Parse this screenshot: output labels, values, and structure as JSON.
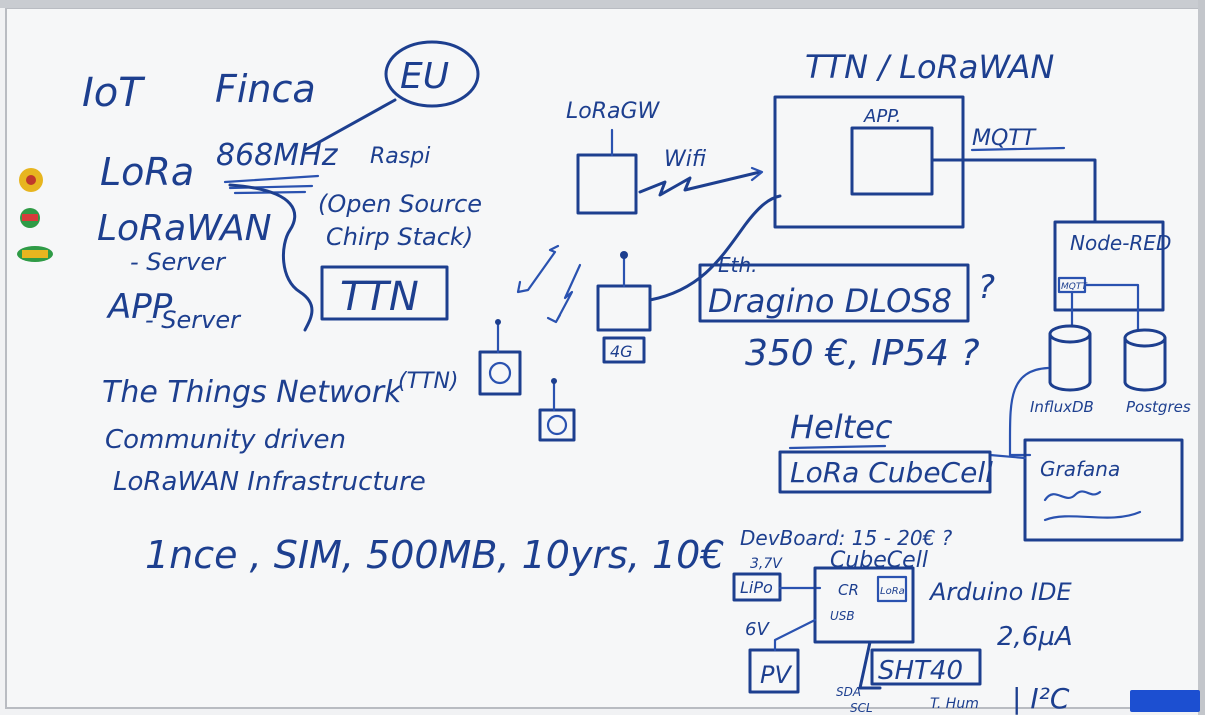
{
  "board": {
    "heading": "IoT",
    "heading2": "Finca",
    "circle_label": "EU",
    "lora": "LoRa",
    "freq": "868MHz",
    "raspi": "Raspi",
    "lorawan": "LoRaWAN",
    "server": "- Server",
    "app": "APP",
    "app_server": "- Server",
    "open_source": "(Open Source",
    "chirpstack": "Chirp Stack)",
    "ttn_box": "TTN",
    "ttn_full": "The Things Network",
    "ttn_abbr": "(TTN)",
    "community": "Community driven",
    "infrastructure": "LoRaWAN Infrastructure",
    "pricing_line": "1nce , SIM, 500MB, 10yrs, 10€",
    "lora_gw": "LoRaGW",
    "wifi": "Wifi",
    "four_g": "4G",
    "eth": "Eth.",
    "dragino": "Dragino DLOS8",
    "q1": "?",
    "dragino_price": "350 €, IP54 ?",
    "ttn_lorawan": "TTN / LoRaWAN",
    "app_box": "APP.",
    "mqtt": "MQTT",
    "node_red": "Node-RED",
    "mqtt_small": "MQTT",
    "influx": "InfluxDB",
    "postgres": "Postgres",
    "grafana": "Grafana",
    "heltec": "Heltec",
    "cubecell_box": "LoRa CubeCell",
    "devboard": "DevBoard: 15 - 20€ ?",
    "cubecell": "CubeCell",
    "v37": "3,7V",
    "lipo": "LiPo",
    "cr": "CR",
    "usb": "USB",
    "lora_chip": "LoRa",
    "arduino": "Arduino IDE",
    "v6": "6V",
    "pv": "PV",
    "sht": "SHT40",
    "ua": "2,6µA",
    "sda": "SDA",
    "scl": "SCL",
    "temp": "T. Hum",
    "i2c": "| I²C"
  },
  "colors": {
    "ink": "#1d3f8f",
    "board": "#f1f2f4",
    "magnet_blue": "#1c4fd1",
    "sticker_yellow": "#e7b51f",
    "sticker_green": "#2f9b46"
  },
  "stickers": [
    "sticker-1",
    "sticker-2",
    "sticker-3"
  ]
}
